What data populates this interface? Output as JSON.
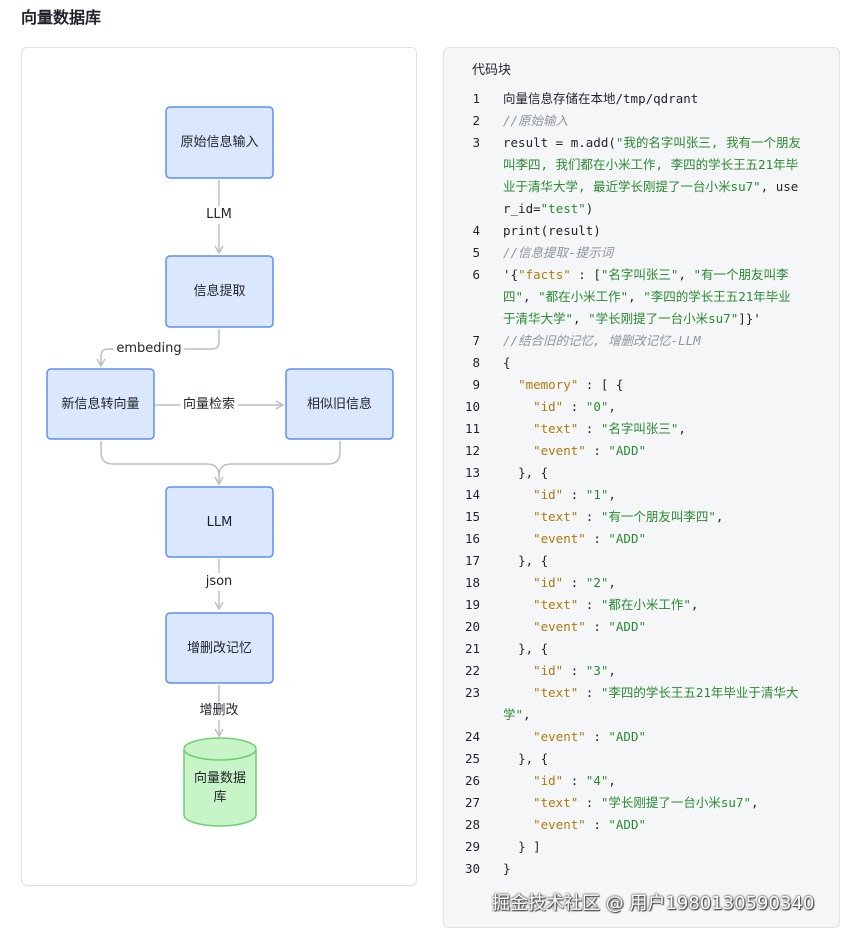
{
  "page": {
    "title": "向量数据库"
  },
  "diagram": {
    "nodes": {
      "raw_input": "原始信息输入",
      "extract": "信息提取",
      "vectorize": "新信息转向量",
      "similar": "相似旧信息",
      "llm": "LLM",
      "crud": "增删改记忆",
      "db": "向量数据库"
    },
    "edges": {
      "llm": "LLM",
      "embeding": "embeding",
      "search": "向量检索",
      "json": "json",
      "crud": "增删改"
    },
    "colors": {
      "node_fill": "#dbe7fd",
      "node_stroke": "#5b8ff9",
      "db_fill": "#c8f5c8",
      "db_stroke": "#6fcf6f",
      "edge": "#bbbfc4"
    }
  },
  "code": {
    "header": "代码块",
    "lines": [
      {
        "n": "1",
        "parts": [
          [
            "",
            "向量信息存储在本地/tmp/qdrant"
          ]
        ]
      },
      {
        "n": "2",
        "parts": [
          [
            "c",
            "//原始输入"
          ]
        ]
      },
      {
        "n": "3",
        "parts": [
          [
            "",
            "result = m.add("
          ],
          [
            "s",
            "\"我的名字叫张三, 我有一个朋友叫李四, 我们都在小米工作, 李四的学长王五21年毕业于清华大学, 最近学长刚提了一台小米su7\""
          ],
          [
            "",
            ", user_id="
          ],
          [
            "s",
            "\"test\""
          ],
          [
            "",
            ")"
          ]
        ]
      },
      {
        "n": "4",
        "parts": [
          [
            "",
            "print(result)"
          ]
        ]
      },
      {
        "n": "5",
        "parts": [
          [
            "c",
            "//信息提取-提示词"
          ]
        ]
      },
      {
        "n": "6",
        "parts": [
          [
            "",
            "'{"
          ],
          [
            "k",
            "\"facts\""
          ],
          [
            "",
            " : ["
          ],
          [
            "s",
            "\"名字叫张三\""
          ],
          [
            "",
            ", "
          ],
          [
            "s",
            "\"有一个朋友叫李四\""
          ],
          [
            "",
            ", "
          ],
          [
            "s",
            "\"都在小米工作\""
          ],
          [
            "",
            ", "
          ],
          [
            "s",
            "\"李四的学长王五21年毕业于清华大学\""
          ],
          [
            "",
            ", "
          ],
          [
            "s",
            "\"学长刚提了一台小米su7\""
          ],
          [
            "",
            "]}'"
          ]
        ]
      },
      {
        "n": "7",
        "parts": [
          [
            "c",
            "//结合旧的记忆, 增删改记忆-LLM"
          ]
        ]
      },
      {
        "n": "8",
        "parts": [
          [
            "",
            "{"
          ]
        ]
      },
      {
        "n": "9",
        "parts": [
          [
            "",
            "  "
          ],
          [
            "k",
            "\"memory\""
          ],
          [
            "",
            " : [ {"
          ]
        ]
      },
      {
        "n": "10",
        "parts": [
          [
            "",
            "    "
          ],
          [
            "k",
            "\"id\""
          ],
          [
            "",
            " : "
          ],
          [
            "s",
            "\"0\""
          ],
          [
            "",
            ","
          ]
        ]
      },
      {
        "n": "11",
        "parts": [
          [
            "",
            "    "
          ],
          [
            "k",
            "\"text\""
          ],
          [
            "",
            " : "
          ],
          [
            "s",
            "\"名字叫张三\""
          ],
          [
            "",
            ","
          ]
        ]
      },
      {
        "n": "12",
        "parts": [
          [
            "",
            "    "
          ],
          [
            "k",
            "\"event\""
          ],
          [
            "",
            " : "
          ],
          [
            "s",
            "\"ADD\""
          ]
        ]
      },
      {
        "n": "13",
        "parts": [
          [
            "",
            "  }, {"
          ]
        ]
      },
      {
        "n": "14",
        "parts": [
          [
            "",
            "    "
          ],
          [
            "k",
            "\"id\""
          ],
          [
            "",
            " : "
          ],
          [
            "s",
            "\"1\""
          ],
          [
            "",
            ","
          ]
        ]
      },
      {
        "n": "15",
        "parts": [
          [
            "",
            "    "
          ],
          [
            "k",
            "\"text\""
          ],
          [
            "",
            " : "
          ],
          [
            "s",
            "\"有一个朋友叫李四\""
          ],
          [
            "",
            ","
          ]
        ]
      },
      {
        "n": "16",
        "parts": [
          [
            "",
            "    "
          ],
          [
            "k",
            "\"event\""
          ],
          [
            "",
            " : "
          ],
          [
            "s",
            "\"ADD\""
          ]
        ]
      },
      {
        "n": "17",
        "parts": [
          [
            "",
            "  }, {"
          ]
        ]
      },
      {
        "n": "18",
        "parts": [
          [
            "",
            "    "
          ],
          [
            "k",
            "\"id\""
          ],
          [
            "",
            " : "
          ],
          [
            "s",
            "\"2\""
          ],
          [
            "",
            ","
          ]
        ]
      },
      {
        "n": "19",
        "parts": [
          [
            "",
            "    "
          ],
          [
            "k",
            "\"text\""
          ],
          [
            "",
            " : "
          ],
          [
            "s",
            "\"都在小米工作\""
          ],
          [
            "",
            ","
          ]
        ]
      },
      {
        "n": "20",
        "parts": [
          [
            "",
            "    "
          ],
          [
            "k",
            "\"event\""
          ],
          [
            "",
            " : "
          ],
          [
            "s",
            "\"ADD\""
          ]
        ]
      },
      {
        "n": "21",
        "parts": [
          [
            "",
            "  }, {"
          ]
        ]
      },
      {
        "n": "22",
        "parts": [
          [
            "",
            "    "
          ],
          [
            "k",
            "\"id\""
          ],
          [
            "",
            " : "
          ],
          [
            "s",
            "\"3\""
          ],
          [
            "",
            ","
          ]
        ]
      },
      {
        "n": "23",
        "parts": [
          [
            "",
            "    "
          ],
          [
            "k",
            "\"text\""
          ],
          [
            "",
            " : "
          ],
          [
            "s",
            "\"李四的学长王五21年毕业于清华大学\""
          ],
          [
            "",
            ","
          ]
        ]
      },
      {
        "n": "24",
        "parts": [
          [
            "",
            "    "
          ],
          [
            "k",
            "\"event\""
          ],
          [
            "",
            " : "
          ],
          [
            "s",
            "\"ADD\""
          ]
        ]
      },
      {
        "n": "25",
        "parts": [
          [
            "",
            "  }, {"
          ]
        ]
      },
      {
        "n": "26",
        "parts": [
          [
            "",
            "    "
          ],
          [
            "k",
            "\"id\""
          ],
          [
            "",
            " : "
          ],
          [
            "s",
            "\"4\""
          ],
          [
            "",
            ","
          ]
        ]
      },
      {
        "n": "27",
        "parts": [
          [
            "",
            "    "
          ],
          [
            "k",
            "\"text\""
          ],
          [
            "",
            " : "
          ],
          [
            "s",
            "\"学长刚提了一台小米su7\""
          ],
          [
            "",
            ","
          ]
        ]
      },
      {
        "n": "28",
        "parts": [
          [
            "",
            "    "
          ],
          [
            "k",
            "\"event\""
          ],
          [
            "",
            " : "
          ],
          [
            "s",
            "\"ADD\""
          ]
        ]
      },
      {
        "n": "29",
        "parts": [
          [
            "",
            "  } ]"
          ]
        ]
      },
      {
        "n": "30",
        "parts": [
          [
            "",
            "}"
          ]
        ]
      }
    ]
  },
  "footer": {
    "watermark": "掘金技术社区 @ 用户1980130590340"
  }
}
